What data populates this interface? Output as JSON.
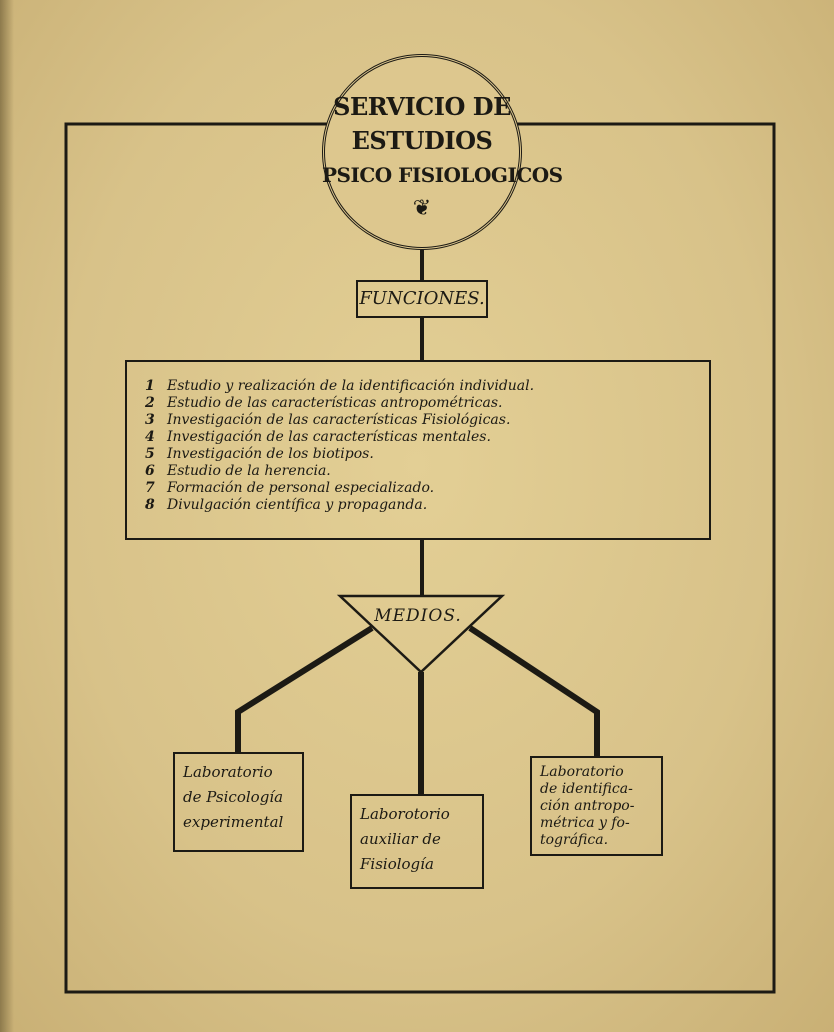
{
  "title": {
    "line1": "SERVICIO DE",
    "line2": "ESTUDIOS",
    "line3": "PSICO FISIOLOGICOS",
    "ornament": "❦"
  },
  "funciones_label": "FUNCIONES.",
  "funciones": [
    {
      "num": "1",
      "text": "Estudio y realización de la identificación individual."
    },
    {
      "num": "2",
      "text": "Estudio de las características antropométricas."
    },
    {
      "num": "3",
      "text": "Investigación de las características Fisiológicas."
    },
    {
      "num": "4",
      "text": "Investigación de las características mentales."
    },
    {
      "num": "5",
      "text": "Investigación de los biotipos."
    },
    {
      "num": "6",
      "text": "Estudio de la herencia."
    },
    {
      "num": "7",
      "text": "Formación de personal especializado."
    },
    {
      "num": "8",
      "text": "Divulgación científica y propaganda."
    }
  ],
  "medios_label": "MEDIOS.",
  "medios": [
    {
      "lines": [
        "Laboratorio",
        "de Psicología",
        "experimental"
      ]
    },
    {
      "lines": [
        "Laborotorio",
        "auxiliar de",
        "Fisiología"
      ]
    },
    {
      "lines": [
        "Laboratorio",
        "de identifica-",
        "ción antropo-",
        "métrica y fo-",
        "tográfica."
      ]
    }
  ]
}
